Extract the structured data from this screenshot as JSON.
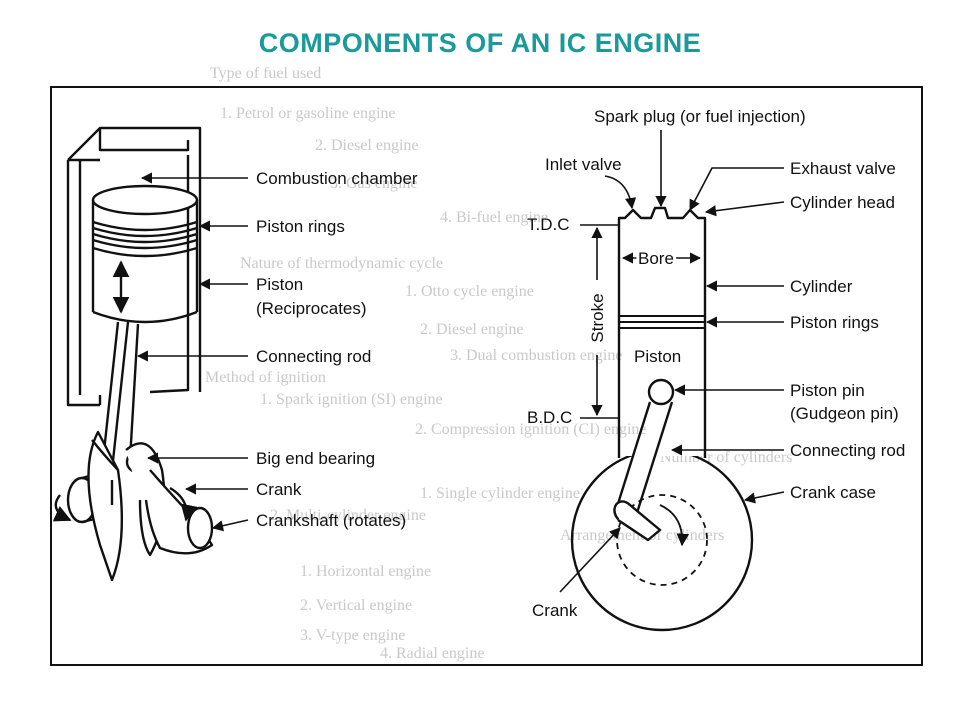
{
  "title": "COMPONENTS OF AN IC ENGINE",
  "colors": {
    "title": "#1a9a9a",
    "ink": "#111111",
    "bleed": "#c9c9c9"
  },
  "left_labels": {
    "combustion_chamber": "Combustion chamber",
    "piston_rings": "Piston rings",
    "piston": "Piston",
    "piston_sub": "(Reciprocates)",
    "connecting_rod": "Connecting rod",
    "big_end_bearing": "Big end bearing",
    "crank": "Crank",
    "crankshaft": "Crankshaft (rotates)"
  },
  "right_labels": {
    "spark_plug": "Spark plug (or fuel injection)",
    "inlet_valve": "Inlet valve",
    "exhaust_valve": "Exhaust valve",
    "cylinder_head": "Cylinder head",
    "tdc": "T.D.C",
    "bore": "Bore",
    "stroke": "Stroke",
    "cylinder": "Cylinder",
    "piston_rings": "Piston rings",
    "piston": "Piston",
    "bdc": "B.D.C",
    "piston_pin": "Piston pin",
    "piston_pin_sub": "(Gudgeon pin)",
    "connecting_rod": "Connecting rod",
    "crank_case": "Crank case",
    "crank": "Crank"
  },
  "bleed_text": [
    "Type of fuel used",
    "1. Petrol or gasoline engine",
    "2. Diesel engine",
    "3. Gas engine",
    "4. Bi-fuel engine",
    "Nature of thermodynamic cycle",
    "1. Otto cycle engine",
    "2. Diesel engine",
    "3. Dual combustion engine",
    "Method of ignition",
    "1. Spark ignition (SI) engine",
    "2. Compression ignition (CI) engine",
    "Number of cylinders",
    "1. Single cylinder engine",
    "2. Multi-cylinder engine",
    "Arrangement of cylinders",
    "1. Horizontal engine",
    "2. Vertical engine",
    "3. V-type engine",
    "4. Radial engine"
  ]
}
